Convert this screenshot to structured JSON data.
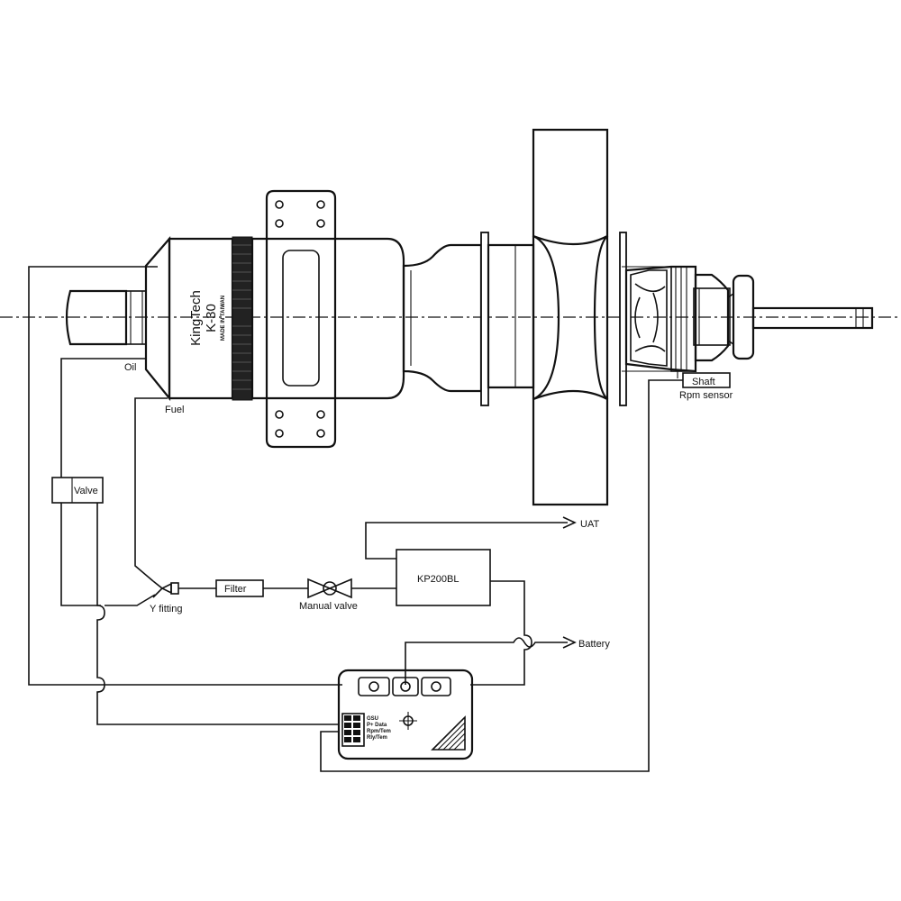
{
  "engine": {
    "brand": "KingTech",
    "model": "K-30",
    "made_in": "MADE IN TAIWAN"
  },
  "labels": {
    "oil": "Oil",
    "fuel": "Fuel",
    "valve": "Valve",
    "y_fitting": "Y fitting",
    "filter": "Filter",
    "manual_valve": "Manual valve",
    "ecu": "KP200BL",
    "uat": "UAT",
    "battery": "Battery",
    "shaft": "Shaft",
    "rpm_sensor": "Rpm sensor"
  },
  "gsu": {
    "lines": [
      "GSU",
      "P+ Data",
      "Rpm/Tem",
      "Rly/Tem"
    ]
  }
}
